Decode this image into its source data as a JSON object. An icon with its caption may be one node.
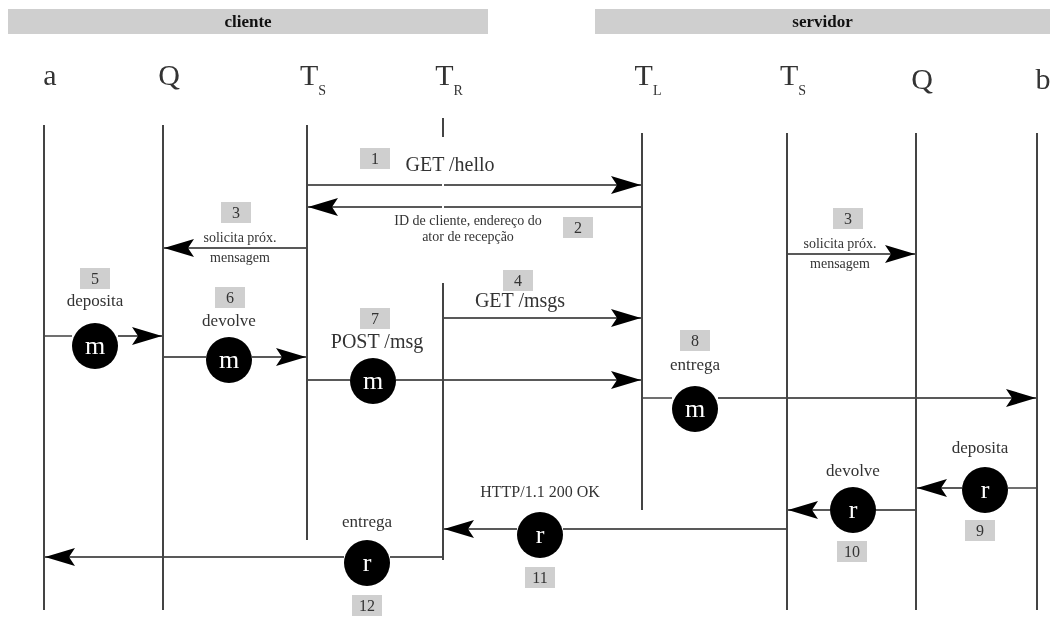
{
  "diagram": {
    "nodes": [
      {
        "text": [
          "cliente"
        ]
      },
      {
        "text": [
          "servidor"
        ]
      },
      {
        "text": [],
        "shape": "line",
        "beside": [
          "a"
        ]
      },
      {
        "text": [],
        "shape": "line",
        "beside": [
          "Q"
        ]
      },
      {
        "text": [],
        "shape": "line",
        "beside": [
          "T$_{S}$"
        ]
      },
      {
        "text": [],
        "shape": "line",
        "beside": [
          "T$_{R}$"
        ]
      },
      {
        "text": [],
        "shape": "line",
        "beside": [
          "T$_{L}$"
        ]
      },
      {
        "text": [],
        "shape": "line",
        "beside": [
          "T$_{S}$"
        ]
      },
      {
        "text": [],
        "shape": "line",
        "beside": [
          "Q"
        ]
      },
      {
        "text": [],
        "shape": "line",
        "beside": [
          "b"
        ]
      },
      {
        "text": [
          "1"
        ]
      },
      {
        "text": [
          "2"
        ]
      },
      {
        "text": [
          "3"
        ]
      },
      {
        "text": [
          "3"
        ]
      },
      {
        "text": [
          "4"
        ]
      },
      {
        "text": [
          "5"
        ]
      },
      {
        "text": [
          "m"
        ]
      },
      {
        "text": [
          "6"
        ]
      },
      {
        "text": [
          "m"
        ]
      },
      {
        "text": [
          "7"
        ]
      },
      {
        "text": [
          "m"
        ]
      },
      {
        "text": [
          "8"
        ]
      },
      {
        "text": [
          "m"
        ]
      },
      {
        "text": [
          "r"
        ]
      },
      {
        "text": [
          "9"
        ]
      },
      {
        "text": [
          "r"
        ]
      },
      {
        "text": [
          "10"
        ]
      },
      {
        "text": [
          "r"
        ]
      },
      {
        "text": [
          "11"
        ]
      },
      {
        "text": [
          "r"
        ]
      },
      {
        "text": [
          "12"
        ]
      }
    ],
    "edges": [
      {
        "from": 4,
        "to": 6,
        "arrow": "to",
        "label": "GET /hello"
      },
      {
        "from": 6,
        "to": 4,
        "arrow": "to",
        "label": "ID de cliente, endereço do ator de recepção"
      },
      {
        "from": 4,
        "to": 3,
        "arrow": "to",
        "label": "solicita próx. mensagem"
      },
      {
        "from": 7,
        "to": 8,
        "arrow": "to",
        "label": "solicita próx. mensagem"
      },
      {
        "from": 5,
        "to": 6,
        "arrow": "to",
        "label": "GET /msgs"
      },
      {
        "from": 2,
        "to": 16,
        "arrow": "none",
        "label": "deposita"
      },
      {
        "from": 16,
        "to": 3,
        "arrow": "to"
      },
      {
        "from": 3,
        "to": 18,
        "arrow": "none",
        "label": "devolve"
      },
      {
        "from": 18,
        "to": 4,
        "arrow": "to"
      },
      {
        "from": 4,
        "to": 20,
        "arrow": "none",
        "label": "POST /msg"
      },
      {
        "from": 20,
        "to": 6,
        "arrow": "to"
      },
      {
        "from": 6,
        "to": 22,
        "arrow": "none",
        "label": "entrega"
      },
      {
        "from": 22,
        "to": 9,
        "arrow": "to"
      },
      {
        "from": 9,
        "to": 23,
        "arrow": "none",
        "label": "deposita"
      },
      {
        "from": 23,
        "to": 8,
        "arrow": "to"
      },
      {
        "from": 8,
        "to": 25,
        "arrow": "none",
        "label": "devolve"
      },
      {
        "from": 25,
        "to": 7,
        "arrow": "to"
      },
      {
        "from": 7,
        "to": 27,
        "arrow": "none",
        "label": "HTTP/1.1 200 OK"
      },
      {
        "from": 27,
        "to": 5,
        "arrow": "to"
      },
      {
        "from": 5,
        "to": 29,
        "arrow": "none",
        "label": "entrega"
      },
      {
        "from": 29,
        "to": 2,
        "arrow": "to"
      }
    ]
  }
}
